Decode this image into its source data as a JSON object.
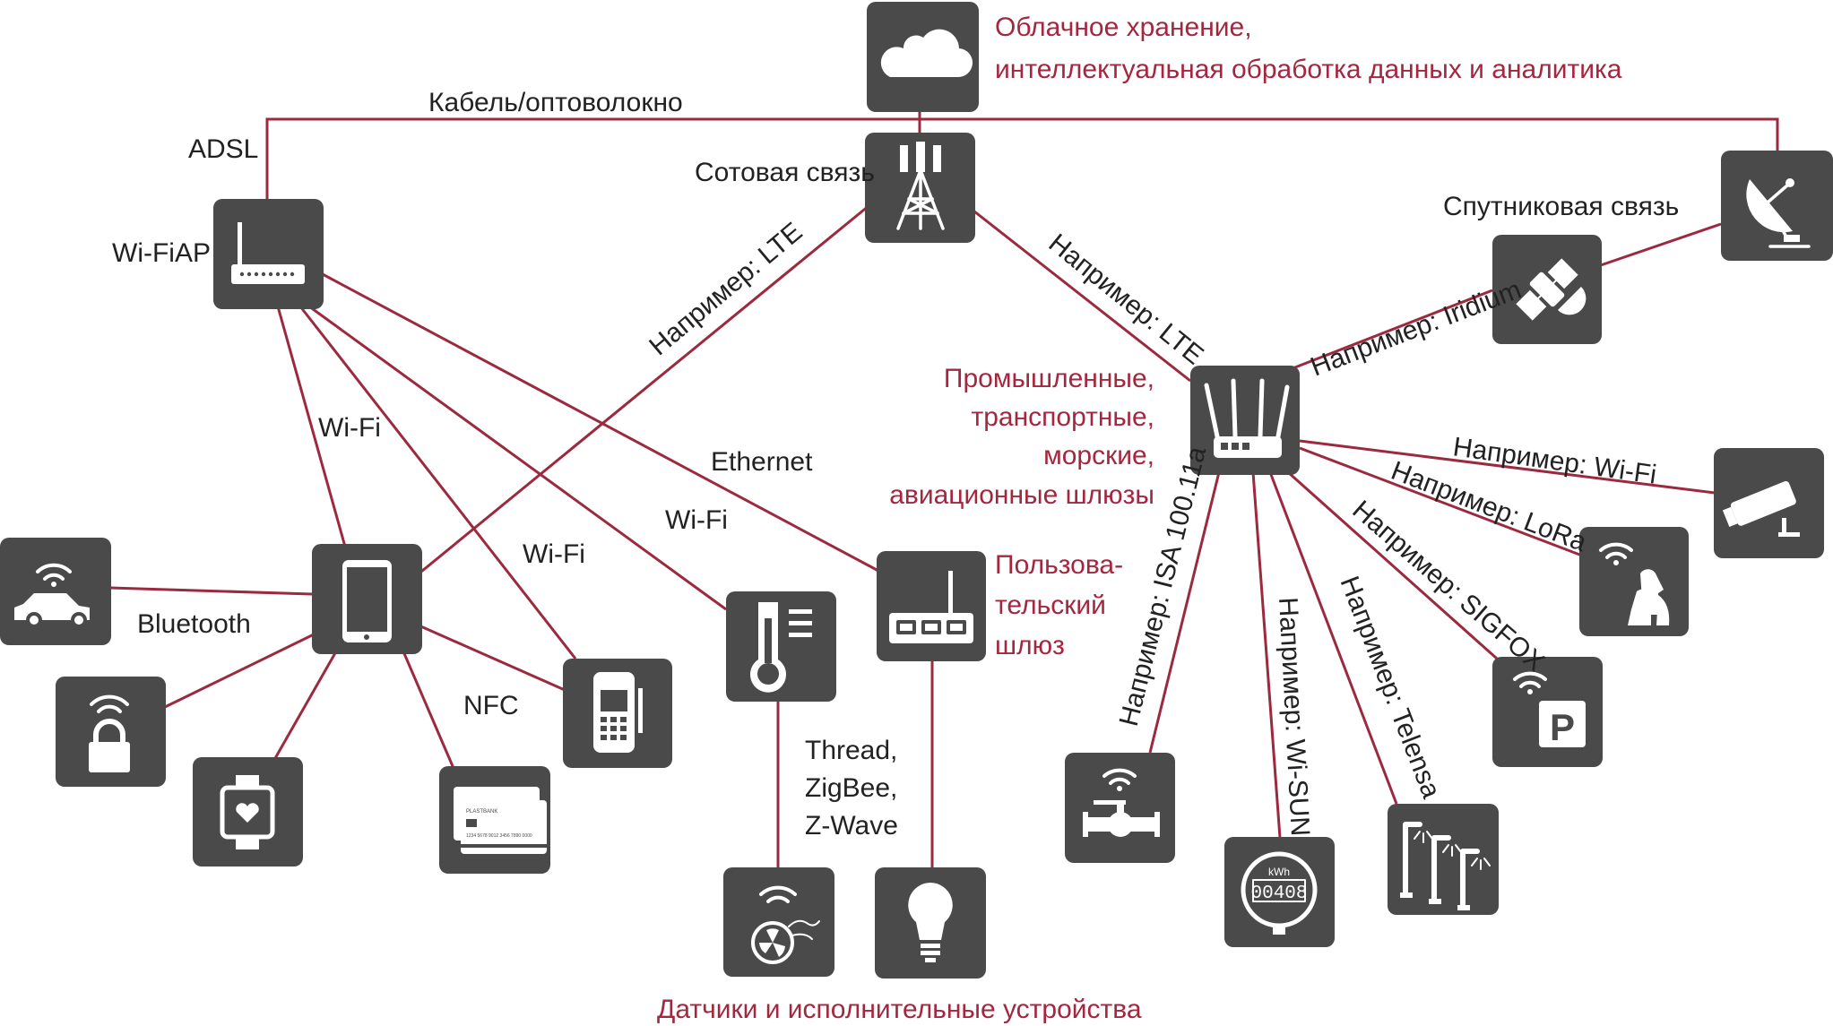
{
  "colors": {
    "accent": "#9c2a3f",
    "accent_text": "#a3273f",
    "tile": "#4a4a4a",
    "text": "#222222"
  },
  "labels": {
    "cloud": [
      "Облачное хранение,",
      "интеллектуальная обработка данных и аналитика"
    ],
    "cable": "Кабель/оптоволокно",
    "adsl": "ADSL",
    "cellular": "Сотовая связь",
    "wifiap": "Wi-FiAP",
    "satellite": "Спутниковая связь",
    "lte_left": "Например: LTE",
    "lte_right": "Например: LTE",
    "iridium": "Например: Iridium",
    "gateways": [
      "Промышленные,",
      "транспортные,",
      "морские,",
      "авиационные шлюзы"
    ],
    "wifi_phone": "Wi-Fi",
    "ethernet": "Ethernet",
    "wifi_sensor": "Wi-Fi",
    "wifi_pos": "Wi-Fi",
    "user_gateway": [
      "Пользова-",
      "тельский",
      "шлюз"
    ],
    "bluetooth": "Bluetooth",
    "nfc": "NFC",
    "thread": [
      "Thread,",
      "ZigBee,",
      "Z-Wave"
    ],
    "sensors": "Датчики и исполнительные устройства",
    "ex_wifi": "Например: Wi-Fi",
    "ex_lora": "Например: LoRa",
    "ex_sigfox": "Например: SIGFOX",
    "ex_isa": "Например: ISA 100.11a",
    "ex_wisun": "Например: Wi-SUN",
    "ex_telensa": "Например: Telensa"
  },
  "icon_text": {
    "parking": "P",
    "meter_unit": "kWh",
    "meter_value": "00408",
    "card_bank": "PLASTBANK",
    "card_number": "1234 5678 9012 3456 7890 0000"
  },
  "nodes": [
    {
      "name": "cloud-icon"
    },
    {
      "name": "cell-tower-icon"
    },
    {
      "name": "wifi-router-icon"
    },
    {
      "name": "satellite-dish-icon"
    },
    {
      "name": "satellite-icon"
    },
    {
      "name": "industrial-gateway-icon"
    },
    {
      "name": "smartphone-icon"
    },
    {
      "name": "connected-car-icon"
    },
    {
      "name": "smart-lock-icon"
    },
    {
      "name": "smartwatch-icon"
    },
    {
      "name": "bank-card-icon"
    },
    {
      "name": "pos-terminal-icon"
    },
    {
      "name": "thermometer-sensor-icon"
    },
    {
      "name": "user-gateway-icon"
    },
    {
      "name": "smoke-sensor-icon"
    },
    {
      "name": "light-bulb-icon"
    },
    {
      "name": "security-camera-icon"
    },
    {
      "name": "pet-tracker-icon"
    },
    {
      "name": "smart-parking-icon"
    },
    {
      "name": "smart-valve-icon"
    },
    {
      "name": "electricity-meter-icon"
    },
    {
      "name": "street-lights-icon"
    }
  ]
}
